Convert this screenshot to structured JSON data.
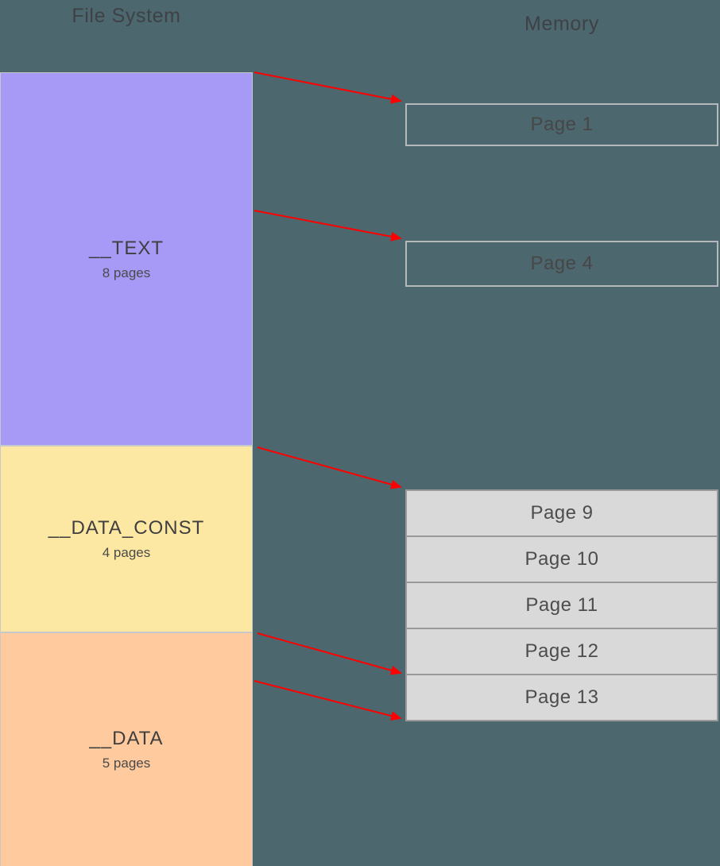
{
  "titles": {
    "left": "File System",
    "right": "Memory"
  },
  "segments": [
    {
      "name": "__TEXT",
      "size": "8 pages"
    },
    {
      "name": "__DATA_CONST",
      "size": "4 pages"
    },
    {
      "name": "__DATA",
      "size": "5 pages"
    }
  ],
  "memory": {
    "mapped_pages": [
      {
        "label": "Page 1"
      },
      {
        "label": "Page 4"
      }
    ],
    "page_run": [
      {
        "label": "Page 9"
      },
      {
        "label": "Page 10"
      },
      {
        "label": "Page 11"
      },
      {
        "label": "Page 12"
      },
      {
        "label": "Page 13"
      }
    ]
  },
  "arrows": [
    {
      "from": "__TEXT (top)",
      "to": "Page 1"
    },
    {
      "from": "__TEXT",
      "to": "Page 4"
    },
    {
      "from": "__DATA_CONST (top)",
      "to": "Page 9"
    },
    {
      "from": "__DATA (top)",
      "to": "Page 13 (top)"
    },
    {
      "from": "__DATA",
      "to": "Page 13 (bottom)"
    }
  ],
  "colors": {
    "background": "#4c676e",
    "segment_text_fill": "#a79af7",
    "segment_data_const_fill": "#fce8a3",
    "segment_data_fill": "#ffca9d",
    "memory_page_fill": "#d9d9d9",
    "memory_page_border": "#9a9a9a",
    "mapped_page_border": "#b5b9bc",
    "arrow": "#ff0000",
    "title_text": "#3e4145",
    "label_text": "#3f3f3f"
  }
}
